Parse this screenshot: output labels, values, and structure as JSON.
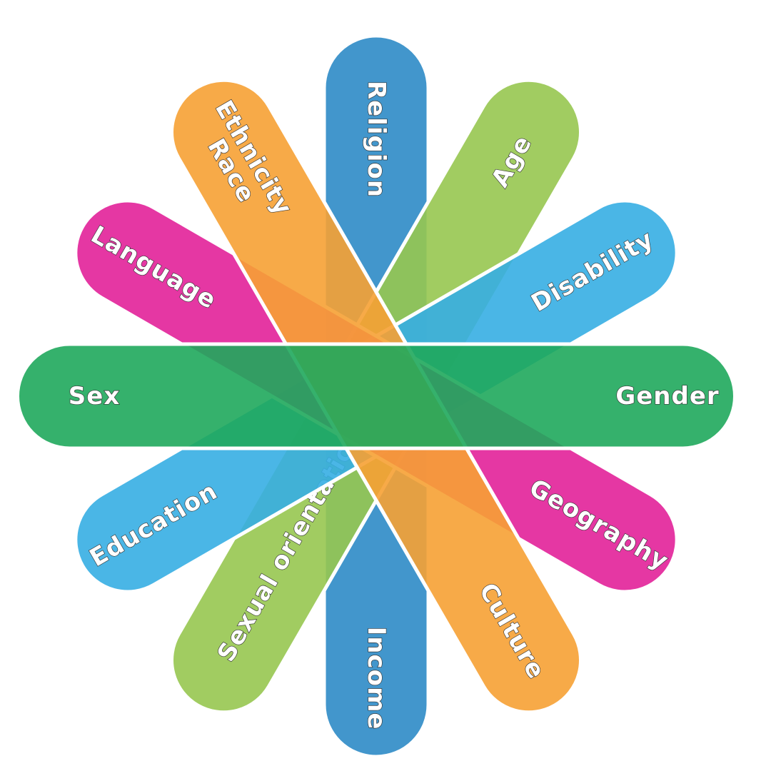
{
  "bands": [
    {
      "id": "religion-income",
      "color": "#2e8bc7",
      "labels": [
        {
          "id": "religion",
          "text": "Religion"
        },
        {
          "id": "income",
          "text": "Income"
        }
      ]
    },
    {
      "id": "age-sexual-orientation",
      "color": "#97c650",
      "labels": [
        {
          "id": "age",
          "text": "Age"
        },
        {
          "id": "sexual-orientation",
          "text": "Sexual orientation"
        }
      ]
    },
    {
      "id": "disability-education",
      "color": "#36aee3",
      "labels": [
        {
          "id": "disability",
          "text": "Disability"
        },
        {
          "id": "education",
          "text": "Education"
        }
      ]
    },
    {
      "id": "language-geography",
      "color": "#e22199",
      "labels": [
        {
          "id": "language",
          "text": "Language"
        },
        {
          "id": "geography",
          "text": "Geography"
        }
      ]
    },
    {
      "id": "ethnicity-culture",
      "color": "#f6a134",
      "labels": [
        {
          "id": "ethnicity-race",
          "lines": [
            "Ethnicity",
            "Race"
          ]
        },
        {
          "id": "culture",
          "text": "Culture"
        }
      ]
    },
    {
      "id": "sex-gender",
      "color": "#1fa85c",
      "labels": [
        {
          "id": "sex",
          "text": "Sex"
        },
        {
          "id": "gender",
          "text": "Gender"
        }
      ]
    }
  ]
}
